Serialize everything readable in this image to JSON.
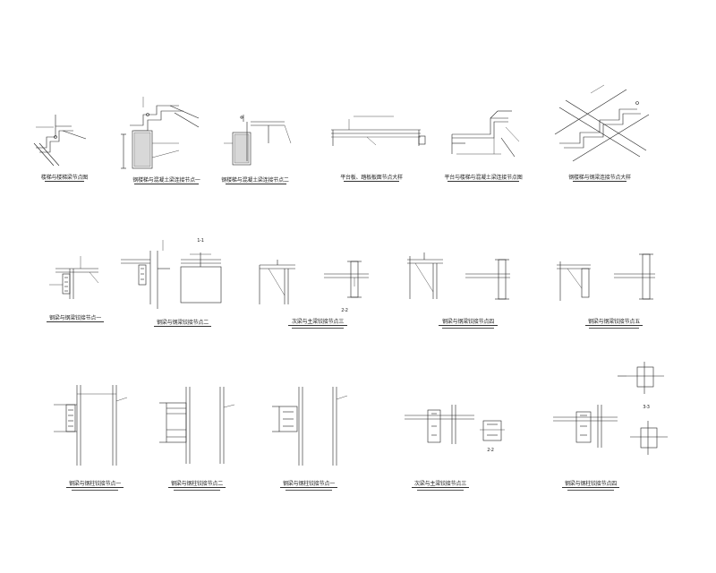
{
  "drawing": {
    "row1": [
      "楼梯与楼梯梁节点图",
      "钢楼梯与混凝土梁连接节点一",
      "钢楼梯与混凝土梁连接节点二",
      "平台板、踏板板面节点大样",
      "平台与楼梯与混凝土梁连接节点图",
      "钢楼梯与钢梁连接节点大样"
    ],
    "row2": [
      "钢梁与钢梁铰接节点一",
      "钢梁与钢梁铰接节点二",
      "次梁与主梁铰接节点三",
      "钢梁与钢梁铰接节点四",
      "钢梁与钢梁铰接节点五"
    ],
    "row3": [
      "钢梁与钢柱铰接节点一",
      "钢梁与钢柱铰接节点二",
      "钢梁与钢柱铰接节点一",
      "次梁与主梁铰接节点三",
      "钢梁与钢柱铰接节点四"
    ],
    "section_marks": [
      "1-1",
      "2-2",
      "2-2",
      "3-3"
    ]
  }
}
